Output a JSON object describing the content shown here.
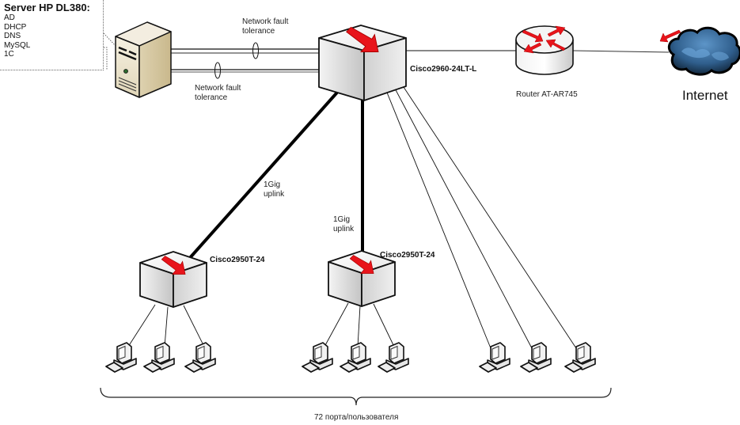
{
  "server": {
    "title": "Server HP DL380:",
    "services": [
      "AD",
      "DHCP",
      "DNS",
      "MySQL",
      "1C"
    ]
  },
  "links": {
    "fault_tolerance_top": [
      "Network fault",
      "tolerance"
    ],
    "fault_tolerance_bottom": [
      "Network fault",
      "tolerance"
    ],
    "uplink_left": [
      "1Gig",
      "uplink"
    ],
    "uplink_center": [
      "1Gig",
      "uplink"
    ]
  },
  "core_switch": {
    "label": "Cisco2960-24LT-L"
  },
  "router": {
    "label": "Router AT-AR745"
  },
  "internet": {
    "label": "Internet"
  },
  "access_switches": [
    {
      "label": "Cisco2950T-24"
    },
    {
      "label": "Cisco2950T-24"
    }
  ],
  "workstation_groups": [
    {
      "count": 3,
      "connected_to": "Cisco2950T-24 (left)"
    },
    {
      "count": 3,
      "connected_to": "Cisco2950T-24 (center)"
    },
    {
      "count": 3,
      "connected_to": "Cisco2960-24LT-L"
    }
  ],
  "footer": {
    "summary": "72 порта/пользователя"
  },
  "colors": {
    "arrow_red": "#e8141b",
    "switch_gray": "#d9d9d9",
    "server_beige": "#e8dfc4",
    "cloud_blue": "#3f78b0"
  }
}
